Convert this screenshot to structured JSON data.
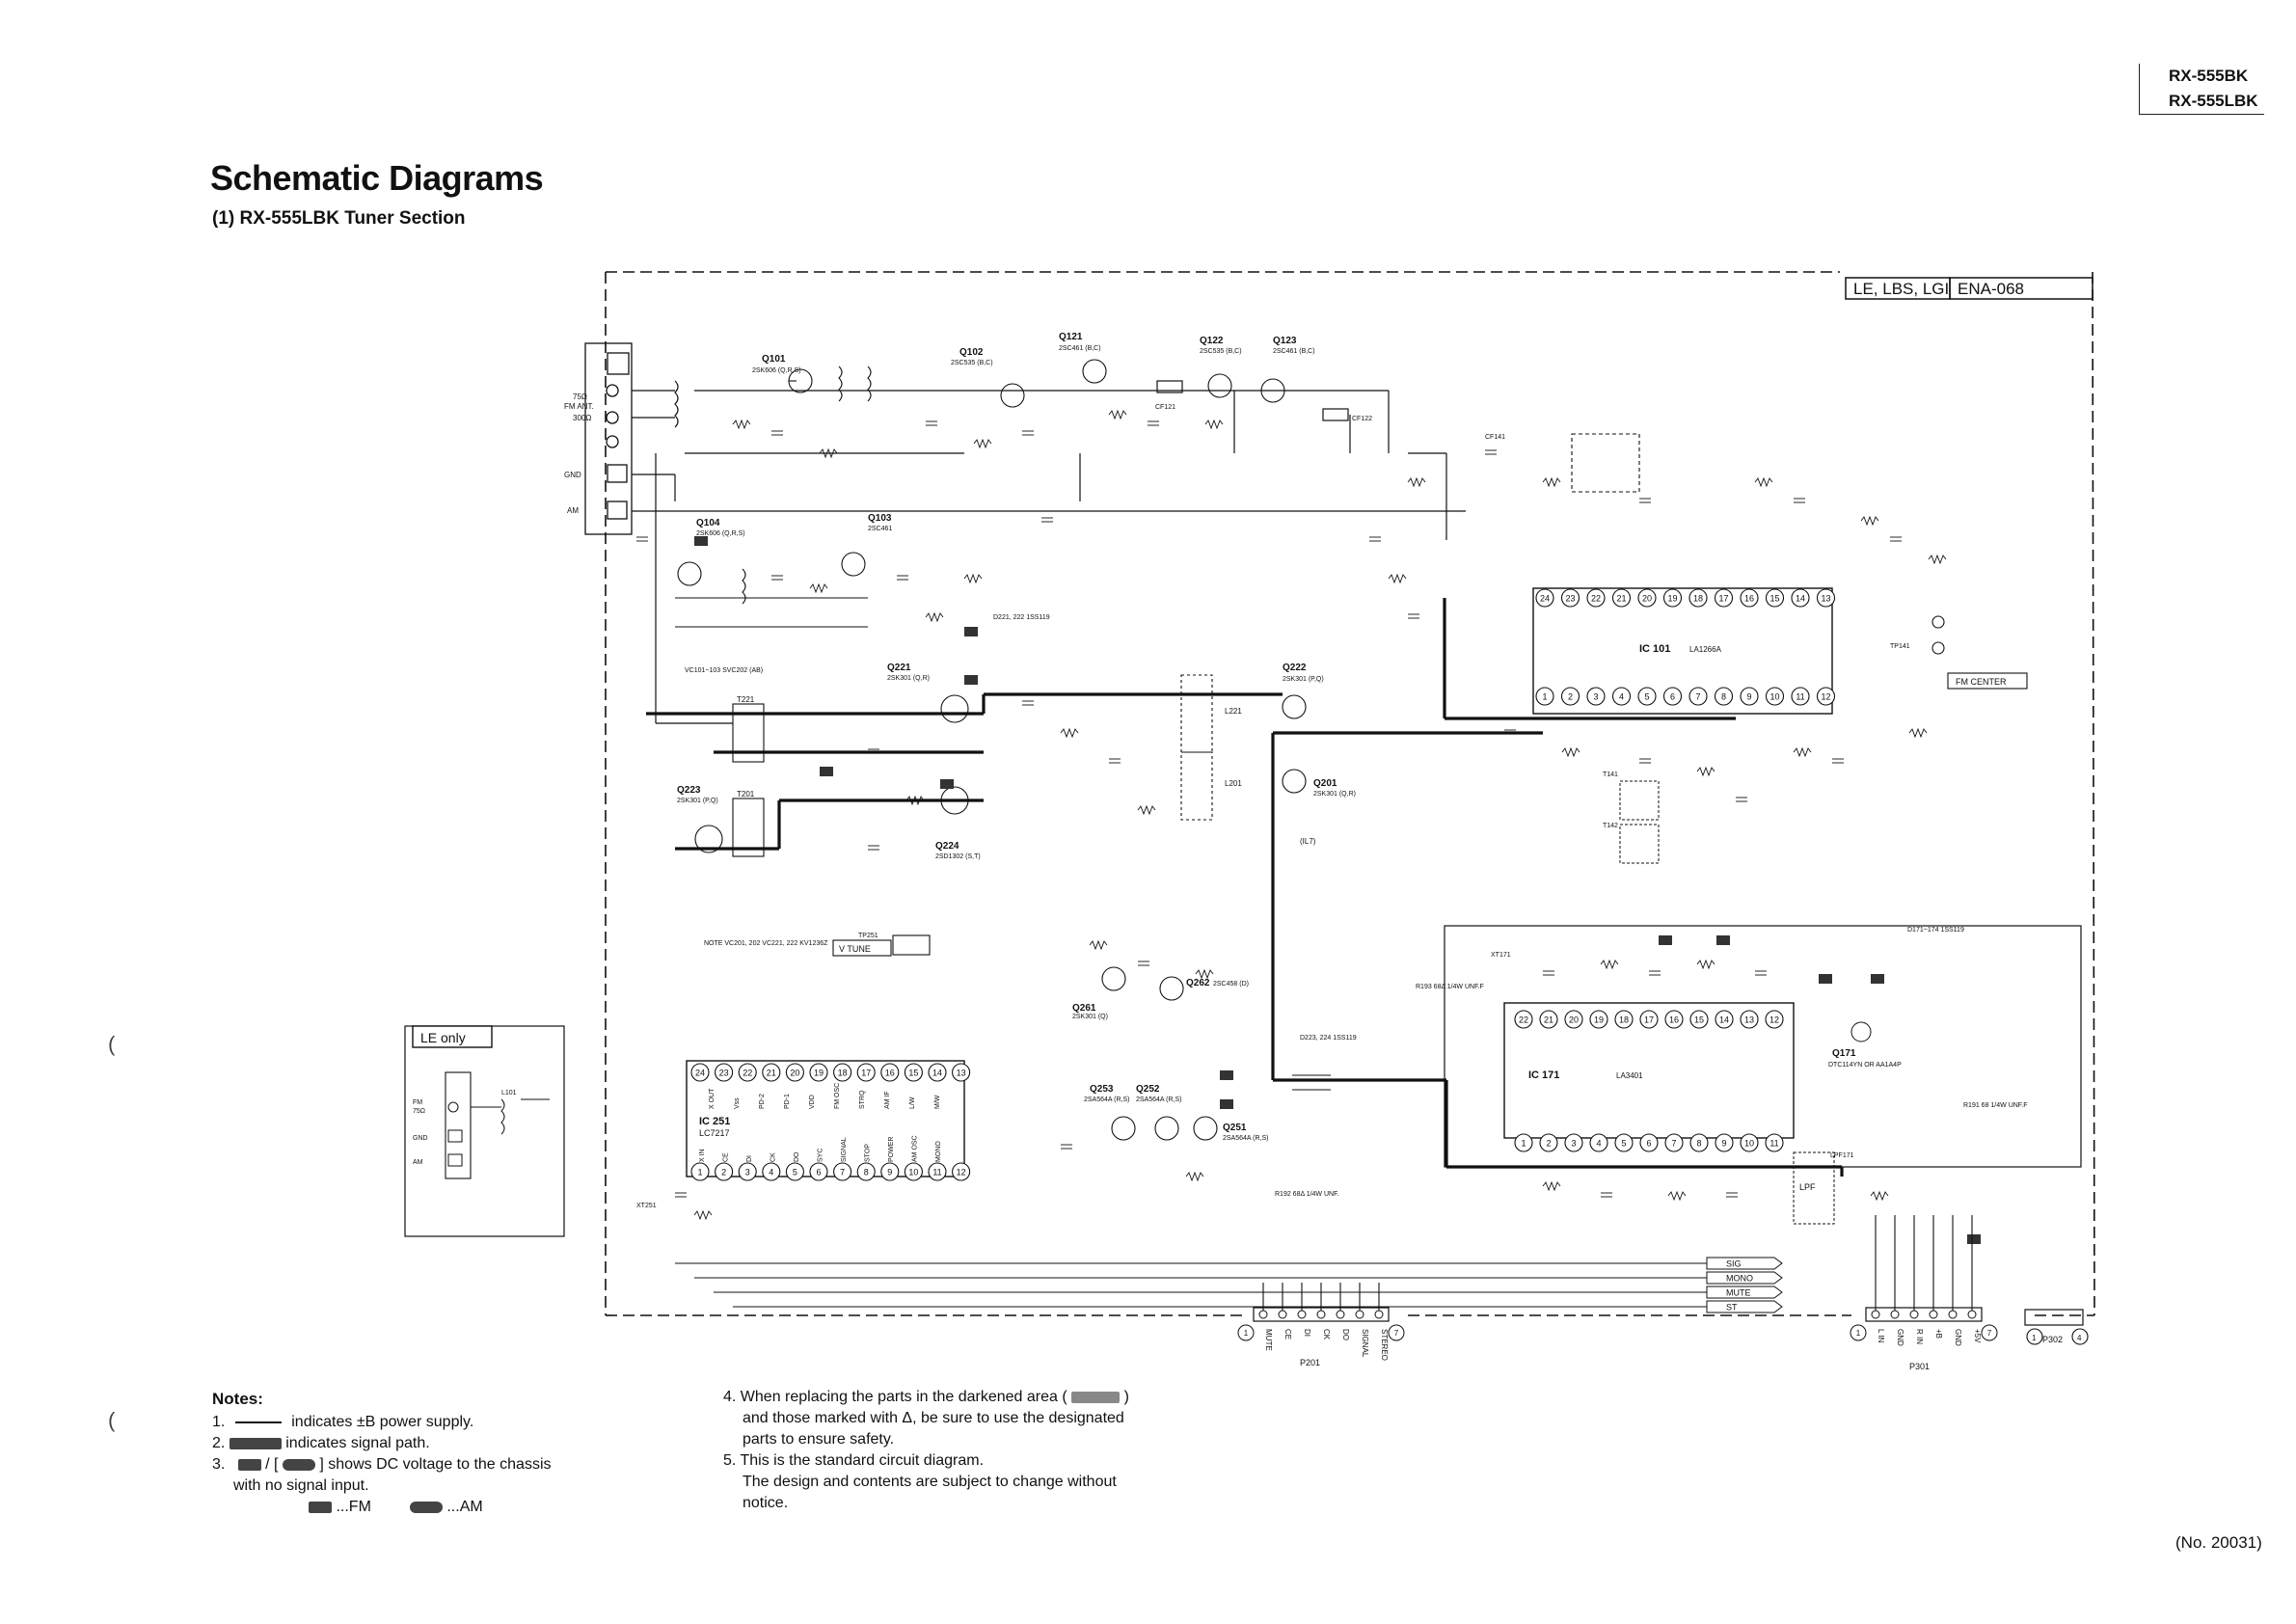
{
  "header": {
    "models": [
      "RX-555BK",
      "RX-555LBK"
    ],
    "title": "Schematic Diagrams",
    "subtitle": "(1) RX-555LBK Tuner Section"
  },
  "board": {
    "label": "LE, LBS, LGI",
    "part": "ENA-068"
  },
  "inset": {
    "label": "LE only",
    "lines": [
      "FM",
      "75Ω",
      "GND",
      "AM"
    ],
    "coil": "L101"
  },
  "antenna": {
    "fm_ant": "FM ANT.",
    "ohm75": "75Ω",
    "ohm300": "300Ω",
    "gnd": "GND",
    "am": "AM"
  },
  "ics": {
    "ic101": {
      "name": "IC 101",
      "part": "LA1266A"
    },
    "ic251": {
      "name": "IC 251",
      "part": "LC7217"
    },
    "ic171": {
      "name": "IC 171",
      "part": "LA3401"
    }
  },
  "transistors": [
    {
      "name": "Q101",
      "type": "2SK606 (Q,R,S)"
    },
    {
      "name": "Q102",
      "type": "2SC535 (B,C)"
    },
    {
      "name": "Q121",
      "type": "2SC461 (B,C)"
    },
    {
      "name": "Q122",
      "type": "2SC535 (B,C)"
    },
    {
      "name": "Q123",
      "type": "2SC461 (B,C)"
    },
    {
      "name": "Q104",
      "type": "2SK606 (Q,R,S)"
    },
    {
      "name": "Q103",
      "type": "2SC461"
    },
    {
      "name": "Q221",
      "type": "2SK301 (Q,R)"
    },
    {
      "name": "Q222",
      "type": "2SK301 (P,Q)"
    },
    {
      "name": "Q223",
      "type": "2SK301 (P,Q)"
    },
    {
      "name": "Q224",
      "type": "2SD1302 (S,T)"
    },
    {
      "name": "Q201",
      "type": "2SK301 (Q,R)"
    },
    {
      "name": "Q261",
      "type": "2SK301 (Q)"
    },
    {
      "name": "Q262",
      "type": "2SC458 (D)"
    },
    {
      "name": "Q253",
      "type": "2SA564A (R,S)"
    },
    {
      "name": "Q252",
      "type": "2SA564A (R,S)"
    },
    {
      "name": "Q251",
      "type": "2SA564A (R,S)"
    },
    {
      "name": "Q171",
      "type": "DTC114YN OR AA1A4P"
    }
  ],
  "ic101_pins_top": [
    "24",
    "23",
    "22",
    "21",
    "20",
    "19",
    "18",
    "17",
    "16",
    "15",
    "14",
    "13"
  ],
  "ic101_pins_bottom": [
    "1",
    "2",
    "3",
    "4",
    "5",
    "6",
    "7",
    "8",
    "9",
    "10",
    "11",
    "12"
  ],
  "ic251_pins_top": [
    "24",
    "23",
    "22",
    "21",
    "20",
    "19",
    "18",
    "17",
    "16",
    "15",
    "14",
    "13"
  ],
  "ic251_pins_bottom": [
    "1",
    "2",
    "3",
    "4",
    "5",
    "6",
    "7",
    "8",
    "9",
    "10",
    "11",
    "12"
  ],
  "ic251_labels_top": [
    "X OUT",
    "Vss",
    "PD-2",
    "PD-1",
    "VDD",
    "FM OSC",
    "STRQ",
    "AM IF",
    "L/W",
    "M/W"
  ],
  "ic251_labels_bottom": [
    "X IN",
    "CE",
    "DI",
    "CK",
    "DO",
    "SYC",
    "SIGNAL",
    "STOP",
    "POWER",
    "AM OSC",
    "MONO"
  ],
  "ic171_pins_top": [
    "22",
    "21",
    "20",
    "19",
    "18",
    "17",
    "16",
    "15",
    "14",
    "13",
    "12"
  ],
  "ic171_pins_bottom": [
    "1",
    "2",
    "3",
    "4",
    "5",
    "6",
    "7",
    "8",
    "9",
    "10",
    "11"
  ],
  "connectors": {
    "p201": {
      "name": "P201",
      "pins": [
        "MUTE",
        "CE",
        "DI",
        "CK",
        "DO",
        "SIGNAL",
        "STEREO"
      ],
      "ends": [
        "1",
        "7"
      ]
    },
    "p301": {
      "name": "P301",
      "pins": [
        "L IN",
        "GND",
        "R IN",
        "+B",
        "GND",
        "+5V"
      ],
      "ends": [
        "1",
        "7"
      ]
    },
    "p302": {
      "name": "P302",
      "ends": [
        "1",
        "4"
      ]
    }
  },
  "buses": [
    "SIG",
    "MONO",
    "MUTE",
    "ST"
  ],
  "test_points": {
    "tp141": "TP141",
    "fm_center": "FM CENTER",
    "tp251": "TP251",
    "v_tune": "V TUNE"
  },
  "misc_labels": {
    "vc_note": "VC101~103 SVC202 (AB)",
    "note_vc": "NOTE VC201, 202 VC221, 222 KV1236Z",
    "diodes_221": "D221, 222 1SS119",
    "diodes_223": "D223, 224 1SS119",
    "diodes_171": "D171~174 1SS119",
    "il7": "(IL7)",
    "r191": "R191 68 1/4W UNF.F",
    "r192": "R192 68Δ 1/4W UNF.",
    "r193": "R193 68Δ 1/4W UNF.F",
    "lpf": "LPF",
    "lpf171": "LPF171",
    "xt171": "XT171",
    "xt251": "XT251",
    "cf121": "CF121",
    "cf122": "CF122",
    "cf141": "CF141",
    "t141": "T141",
    "t142": "T142",
    "t201": "T201",
    "t221": "T221",
    "l201": "L201",
    "l221": "L221"
  },
  "notes": {
    "heading": "Notes:",
    "n1": "indicates ±B power supply.",
    "n2": "indicates signal path.",
    "n3a": "/ [",
    "n3b": "] shows DC voltage to the chassis",
    "n3c": "with no signal input.",
    "n3d_fm": "...FM",
    "n3d_am": "...AM",
    "n4a": "4. When replacing the parts in the darkened area (",
    "n4b": ")",
    "n4c": "and those marked with Δ, be sure to use the designated",
    "n4d": "parts to ensure safety.",
    "n5a": "5. This is the standard circuit diagram.",
    "n5b": "The design and contents are subject to change without",
    "n5c": "notice.",
    "num1": "1.",
    "num2": "2.",
    "num3": "3."
  },
  "doc_no": "(No. 20031)"
}
